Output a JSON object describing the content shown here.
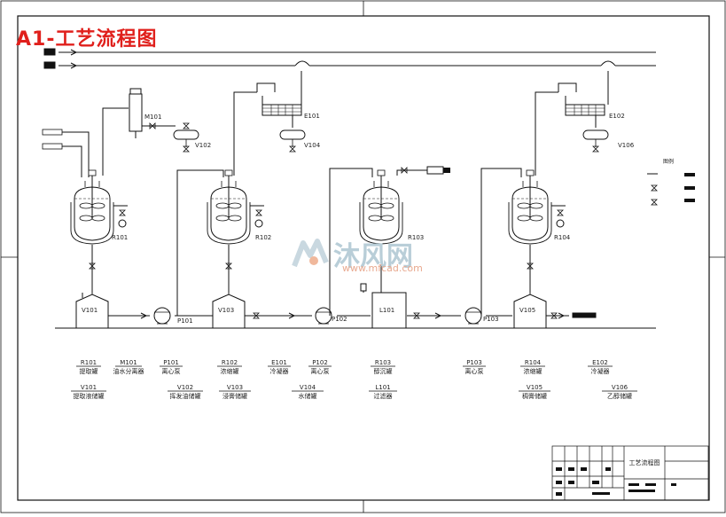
{
  "title": "A1-工艺流程图",
  "watermark": {
    "text": "沐风网",
    "url": "www.mfcad.com"
  },
  "legend_title": "图例",
  "colors": {
    "title": "#e0201c",
    "line": "#111111",
    "watermark_blue": "#b9ced8",
    "watermark_orange": "#e8a98f"
  },
  "tags": {
    "r101": "R101",
    "r102": "R102",
    "r103": "R103",
    "r104": "R104",
    "m101": "M101",
    "e101": "E101",
    "e102": "E102",
    "v101": "V101",
    "v102": "V102",
    "v103": "V103",
    "v104": "V104",
    "v105": "V105",
    "v106": "V106",
    "p101": "P101",
    "p102": "P102",
    "p103": "P103",
    "l101": "L101"
  },
  "equipment_list": {
    "row1": [
      {
        "tag": "R101",
        "name": "提取罐"
      },
      {
        "tag": "M101",
        "name": "油水分离器"
      },
      {
        "tag": "P101",
        "name": "离心泵"
      },
      {
        "tag": "R102",
        "name": "浓缩罐"
      },
      {
        "tag": "E101",
        "name": "冷凝器"
      },
      {
        "tag": "P102",
        "name": "离心泵"
      },
      {
        "tag": "R103",
        "name": "醇沉罐"
      },
      {
        "tag": "P103",
        "name": "离心泵"
      },
      {
        "tag": "R104",
        "name": "浓缩罐"
      },
      {
        "tag": "E102",
        "name": "冷凝器"
      }
    ],
    "row2": [
      {
        "tag": "V101",
        "name": "提取液储罐"
      },
      {
        "tag": "V102",
        "name": "挥发油储罐"
      },
      {
        "tag": "V103",
        "name": "浸膏储罐"
      },
      {
        "tag": "V104",
        "name": "水储罐"
      },
      {
        "tag": "L101",
        "name": "过滤器"
      },
      {
        "tag": "V105",
        "name": "稠膏储罐"
      },
      {
        "tag": "V106",
        "name": "乙醇储罐"
      }
    ]
  },
  "title_block": {
    "name": "工艺流程图"
  }
}
